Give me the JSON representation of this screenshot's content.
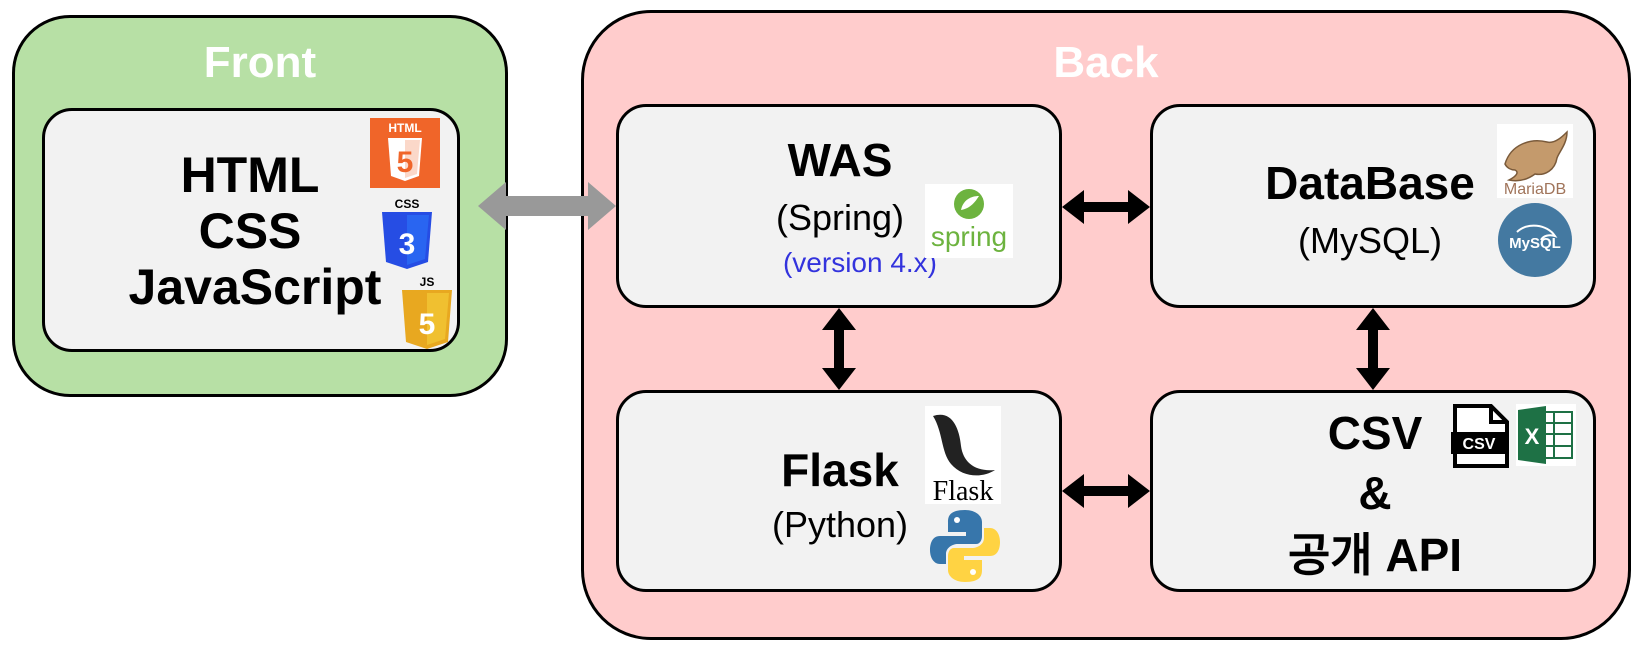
{
  "front": {
    "title": "Front",
    "techs": [
      "HTML",
      "CSS",
      "JavaScript"
    ],
    "icons": [
      "html5-logo-icon",
      "css3-logo-icon",
      "javascript-logo-icon"
    ],
    "color": "#b7e0a5"
  },
  "back": {
    "title": "Back",
    "color": "#ffcccc",
    "was": {
      "title": "WAS",
      "sub": "(Spring)",
      "version": "(version 4.x)",
      "logo_text": "spring"
    },
    "database": {
      "title": "DataBase",
      "sub": "(MySQL)",
      "logo1_text": "MariaDB",
      "logo2_text": "MySQL"
    },
    "flask": {
      "title": "Flask",
      "sub": "(Python)",
      "logo_text": "Flask"
    },
    "csv": {
      "line1": "CSV",
      "line2": "&",
      "line3": "공개 API",
      "file_icon_text": "CSV",
      "excel_icon_text": "X"
    }
  },
  "colors": {
    "box_fill": "#f2f2f2",
    "title_text": "#ffffff",
    "version_text": "#3333dd",
    "front_back_arrow": "#999999",
    "internal_arrow": "#000000"
  }
}
